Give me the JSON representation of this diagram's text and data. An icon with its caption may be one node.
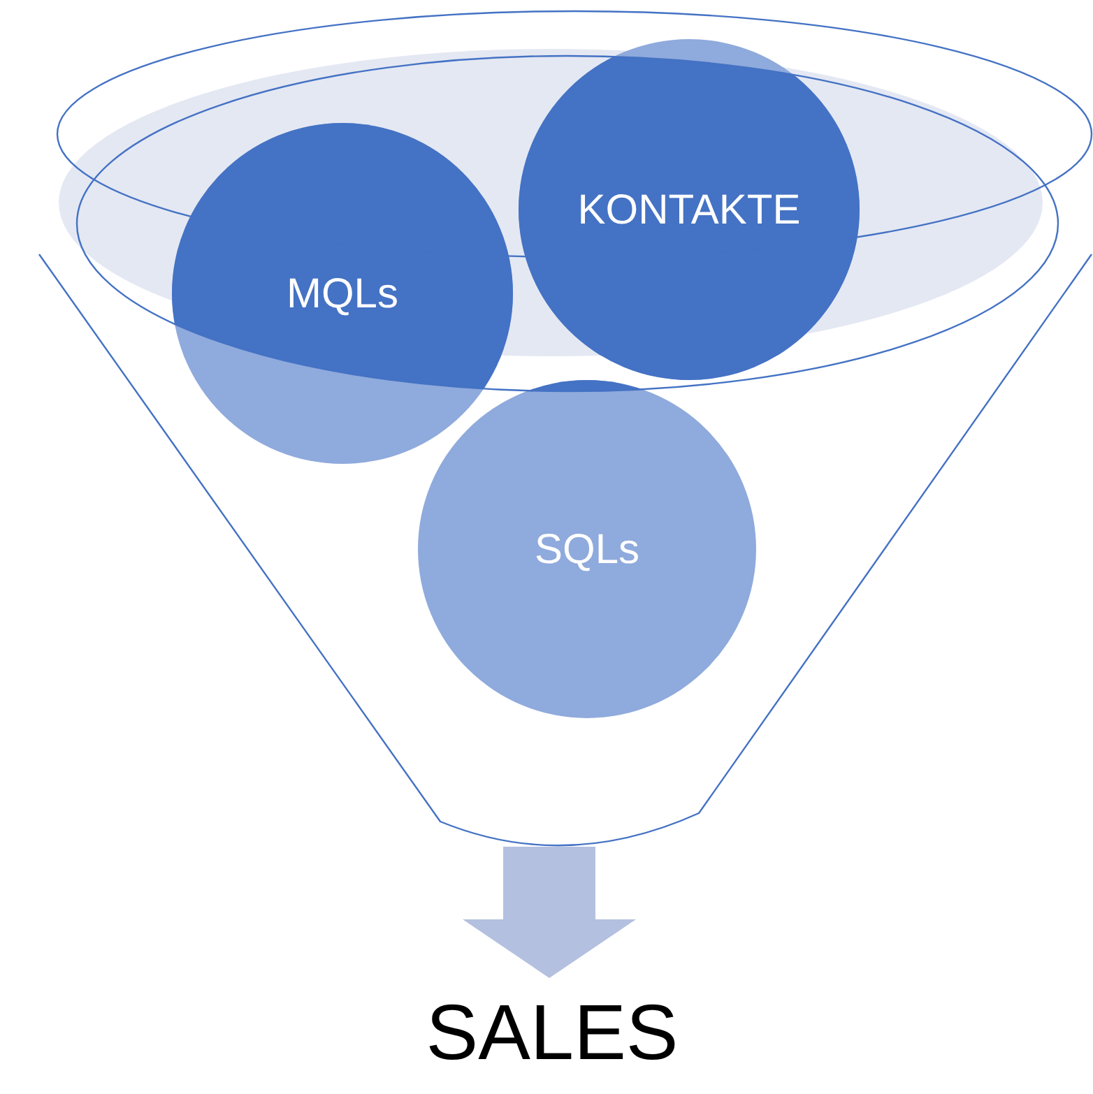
{
  "diagram": {
    "nodes": [
      {
        "text": [],
        "shape": "funnel"
      },
      {
        "text": [
          "MQLs"
        ],
        "in": 0
      },
      {
        "text": [
          "KONTAKTE"
        ],
        "in": 0
      },
      {
        "text": [
          "SQLs"
        ],
        "in": 0
      },
      {
        "text": [
          "SALES"
        ]
      }
    ],
    "edges": [
      {
        "from": 0,
        "to": 4,
        "arrow": "to",
        "style": "thick"
      }
    ]
  }
}
